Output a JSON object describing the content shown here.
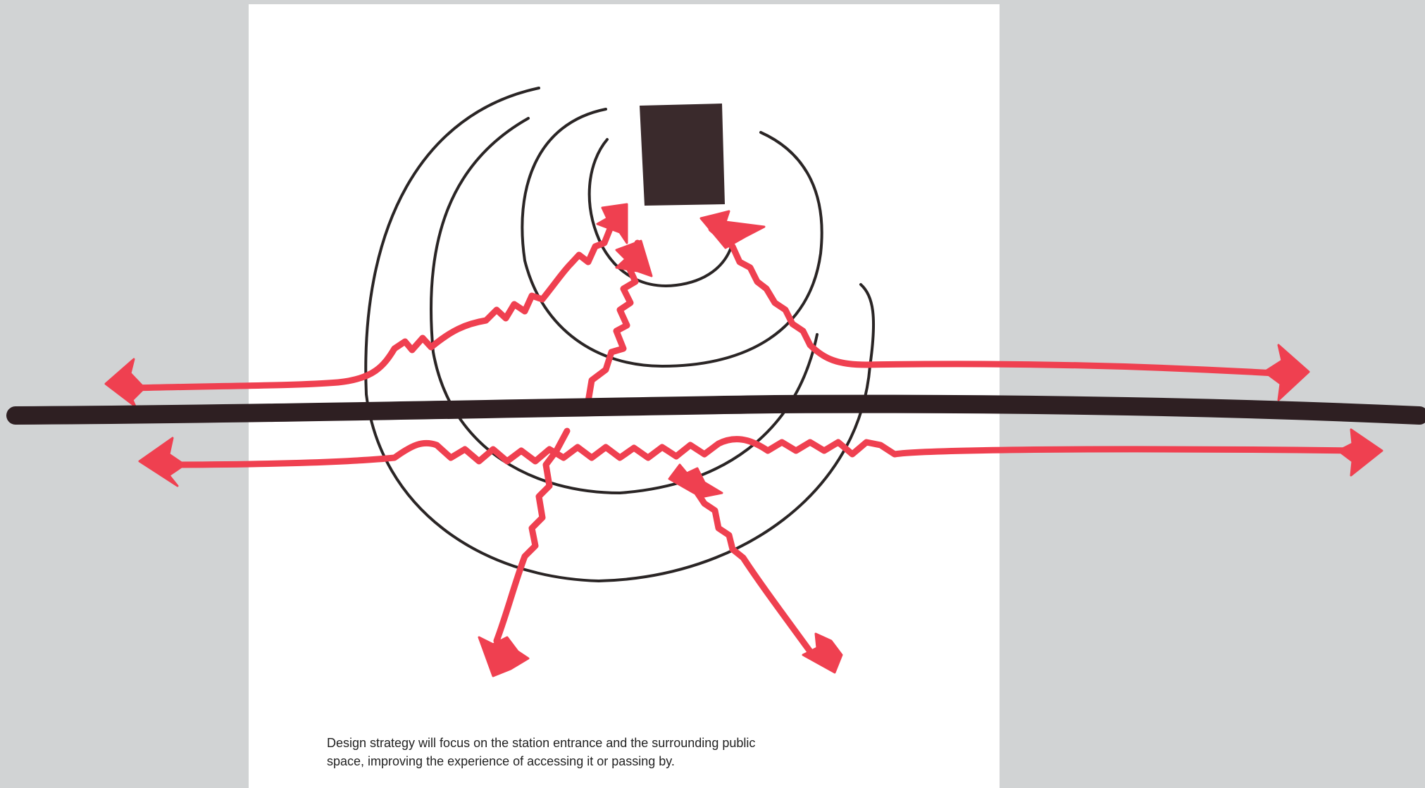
{
  "caption": {
    "line1": "Design strategy will focus on the station entrance and the surrounding public",
    "line2": "space, improving the experience of accessing it or passing by."
  },
  "colors": {
    "background": "#d1d3d4",
    "paper": "#ffffff",
    "rail": "#2e1f22",
    "arcs": "#2a2525",
    "paths": "#ef4050",
    "station": "#3a2a2c",
    "caption_text": "#222222"
  },
  "diagram": {
    "elements": {
      "station_entrance": "square-block",
      "rail_line": "thick-horizontal-line",
      "influence_rings": "concentric-arcs",
      "movement_paths": "wavy-arrows"
    }
  }
}
